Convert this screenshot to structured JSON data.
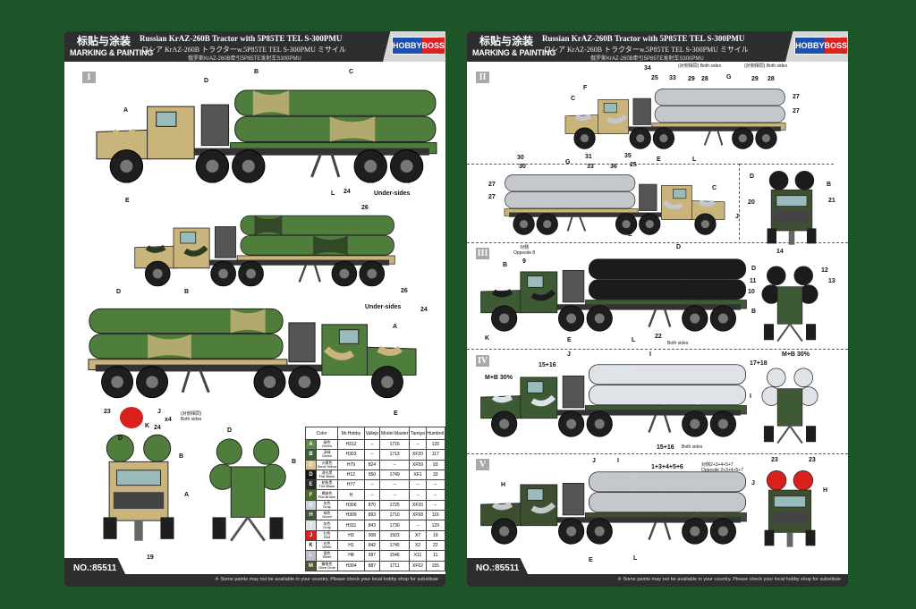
{
  "header": {
    "title_cn": "标贴与涂装",
    "title_en": "MARKING & PAINTING",
    "title": "Russian KrAZ-260B Tractor with 5P85TE TEL S-300PMU",
    "title_jp": "ロシア KrAZ-260B トラクターw.5P85TE TEL S-300PMU ミサイル",
    "title_cn2": "俄罗斯KrAZ-260B牵引5P85TE发射车S300PMU",
    "logo_a": "HOBBY",
    "logo_b": "BOSS"
  },
  "footer": {
    "kit_no": "NO.:85511",
    "note": "※ Some paints may not be available in your country. Please check your local hobby shop for substitute"
  },
  "colors": {
    "camo_green": "#4f7d3c",
    "sand": "#c9b47b",
    "dark_green": "#3d4f30",
    "gray": "#c4c8cc",
    "black": "#1b1b1b",
    "red": "#d8201c",
    "logo_blue": "#1a4fb0",
    "logo_red": "#d22"
  },
  "sheet1": {
    "section": "I",
    "callouts": [
      "A",
      "B",
      "C",
      "D",
      "E",
      "L",
      "24",
      "26",
      "Under-sides",
      "D",
      "B",
      "26",
      "Under-sides",
      "24",
      "A",
      "E",
      "23",
      "J",
      "K",
      "24",
      "x4",
      "(对侧相同)",
      "Both sides",
      "D",
      "B",
      "A",
      "19",
      "D",
      "B"
    ]
  },
  "sheet2": {
    "sections": [
      "II",
      "III",
      "IV",
      "V"
    ],
    "callouts": [
      "34",
      "25",
      "33",
      "29",
      "28",
      "G",
      "29",
      "28",
      "(对侧相同) Both sides",
      "(对侧相同) Both sides",
      "27",
      "27",
      "C",
      "F",
      "E",
      "L",
      "30",
      "31",
      "35",
      "G",
      "30",
      "33",
      "36",
      "25",
      "27",
      "27",
      "E",
      "C",
      "J",
      "D",
      "B",
      "20",
      "21",
      "14",
      "D",
      "12",
      "11",
      "10",
      "13",
      "B",
      "对侧",
      "Opposite 8",
      "9",
      "B",
      "D",
      "K",
      "E",
      "L",
      "22",
      "Both sides",
      "J",
      "I",
      "15+16",
      "M+B 30%",
      "15+16",
      "Both sides",
      "17+18",
      "M+B 30%",
      "I",
      "J",
      "I",
      "1+3+4+5+6",
      "对侧2+3+4+5+7",
      "Opposite 2+3+4+5+7",
      "23",
      "23",
      "H",
      "J",
      "H",
      "E",
      "L"
    ]
  },
  "paint_table": {
    "headers": [
      "Color",
      "Mr.Hobby",
      "Vallejo",
      "Model Master",
      "Tamiya",
      "Humbrol"
    ],
    "rows": [
      {
        "code": "A",
        "swatch": "#5d8a4a",
        "name_cn": "绿色",
        "name": "Green",
        "mrhobby": "H312",
        "vallejo": "--",
        "mm": "1716",
        "tamiya": "--",
        "humbrol": "120"
      },
      {
        "code": "B",
        "swatch": "#3f5f32",
        "name_cn": "深绿",
        "name": "Green",
        "mrhobby": "H303",
        "vallejo": "--",
        "mm": "1713",
        "tamiya": "XF20",
        "humbrol": "117"
      },
      {
        "code": "C",
        "swatch": "#d8c58e",
        "name_cn": "沙黄色",
        "name": "Sand Yellow",
        "mrhobby": "H79",
        "vallejo": "824",
        "mm": "--",
        "tamiya": "XF59",
        "humbrol": "93"
      },
      {
        "code": "D",
        "swatch": "#151515",
        "name_cn": "消光黑",
        "name": "Flat Black",
        "mrhobby": "H12",
        "vallejo": "950",
        "mm": "1749",
        "tamiya": "XF1",
        "humbrol": "33"
      },
      {
        "code": "E",
        "swatch": "#2a2a2a",
        "name_cn": "轮胎黑",
        "name": "Tire Black",
        "mrhobby": "H77",
        "vallejo": "--",
        "mm": "--",
        "tamiya": "--",
        "humbrol": "--"
      },
      {
        "code": "F",
        "swatch": "#4c6a2c",
        "name_cn": "褐绿色",
        "name": "Flat Brown",
        "mrhobby": "H",
        "vallejo": "--",
        "mm": "--",
        "tamiya": "--",
        "humbrol": "--"
      },
      {
        "code": "G",
        "swatch": "#c9d0d8",
        "name_cn": "灰色",
        "name": "Gray",
        "mrhobby": "H306",
        "vallejo": "870",
        "mm": "1725",
        "tamiya": "XF20",
        "humbrol": "--"
      },
      {
        "code": "H",
        "swatch": "#3c5a38",
        "name_cn": "绿色",
        "name": "Green",
        "mrhobby": "H309",
        "vallejo": "893",
        "mm": "1710",
        "tamiya": "XF58",
        "humbrol": "116"
      },
      {
        "code": "I",
        "swatch": "#dfe3e8",
        "name_cn": "灰色",
        "name": "Gray",
        "mrhobby": "H311",
        "vallejo": "843",
        "mm": "1730",
        "tamiya": "--",
        "humbrol": "129"
      },
      {
        "code": "J",
        "swatch": "#d8201c",
        "name_cn": "红色",
        "name": "Red",
        "mrhobby": "H3",
        "vallejo": "908",
        "mm": "1503",
        "tamiya": "X7",
        "humbrol": "19"
      },
      {
        "code": "K",
        "swatch": "#ffffff",
        "name_cn": "白色",
        "name": "White",
        "mrhobby": "H1",
        "vallejo": "842",
        "mm": "1745",
        "tamiya": "X2",
        "humbrol": "22"
      },
      {
        "code": "L",
        "swatch": "#b9bfc6",
        "name_cn": "银色",
        "name": "Silver",
        "mrhobby": "H8",
        "vallejo": "997",
        "mm": "1546",
        "tamiya": "X11",
        "humbrol": "11"
      },
      {
        "code": "M",
        "swatch": "#55532f",
        "name_cn": "橄榄色",
        "name": "Olive Drab",
        "mrhobby": "H304",
        "vallejo": "887",
        "mm": "1711",
        "tamiya": "XF62",
        "humbrol": "155"
      }
    ]
  }
}
